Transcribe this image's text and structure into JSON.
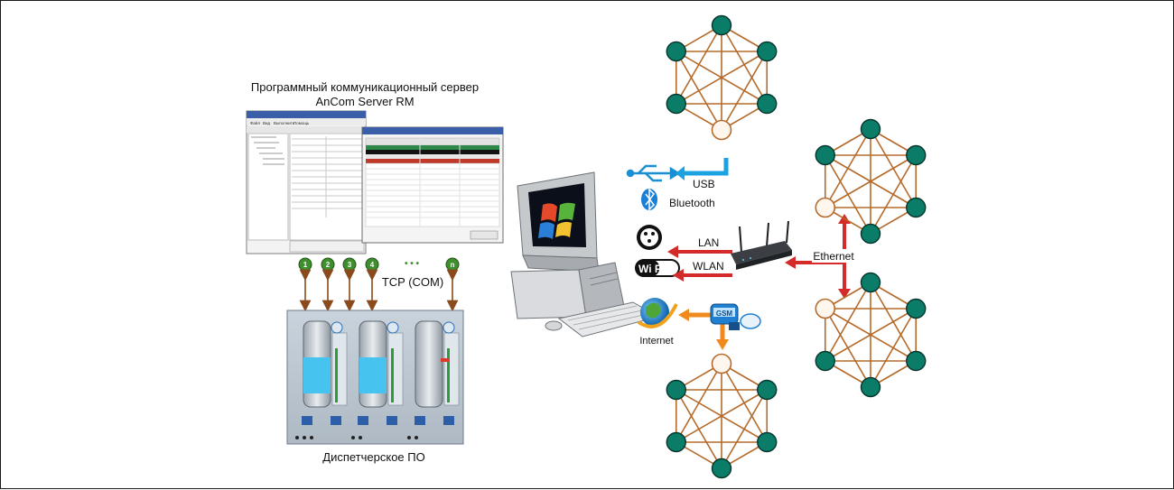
{
  "server": {
    "title_line1": "Программный коммуникационный сервер",
    "title_line2": "AnCom Server RM",
    "menu": [
      "Файл",
      "Вид",
      "Выполнить",
      "Помощь"
    ]
  },
  "tcp": {
    "label": "TCP (COM)",
    "ports": [
      "1",
      "2",
      "3",
      "4",
      "n"
    ],
    "dots": "• • •"
  },
  "dispatcher": {
    "label": "Диспетчерское ПО"
  },
  "connections": {
    "usb": "USB",
    "bluetooth": "Bluetooth",
    "lan": "LAN",
    "wlan": "WLAN",
    "wifi": "Wi Fi",
    "internet": "Internet",
    "ethernet": "Ethernet",
    "gsm": "GSM"
  },
  "colors": {
    "node_fill": "#0b7c68",
    "node_stroke": "#05352c",
    "mesh": "#b56a2a",
    "hub": "#fff6ee",
    "usb_arrow": "#1aa3e0",
    "red_arrow": "#d42a2a",
    "orange_arrow": "#f08a1d",
    "port_green": "#3f8f2e",
    "tcp_arrow": "#8b4a1c"
  }
}
